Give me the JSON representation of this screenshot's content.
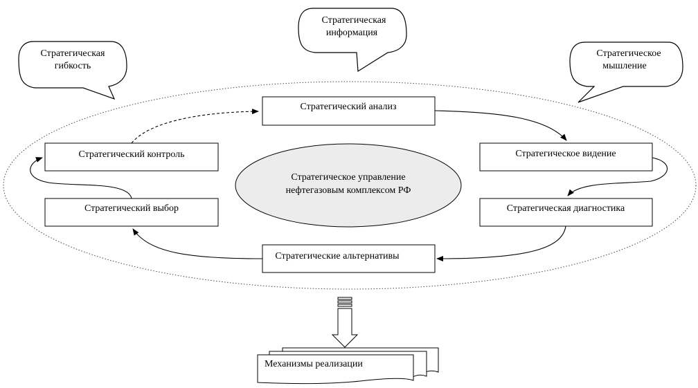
{
  "callouts": {
    "flexibility": [
      "Стратегическая",
      "гибкость"
    ],
    "information": [
      "Стратегическая",
      "информация"
    ],
    "thinking": [
      "Стратегическое",
      "мышление"
    ]
  },
  "center": [
    "Стратегическое управление",
    "нефтегазовым комплексом РФ"
  ],
  "stages": {
    "analysis": "Стратегический анализ",
    "vision": "Стратегическое видение",
    "diagnostics": "Стратегическая диагностика",
    "alternatives": "Стратегические альтернативы",
    "choice": "Стратегический выбор",
    "control": "Стратегический контроль"
  },
  "implementation": "Механизмы реализации"
}
